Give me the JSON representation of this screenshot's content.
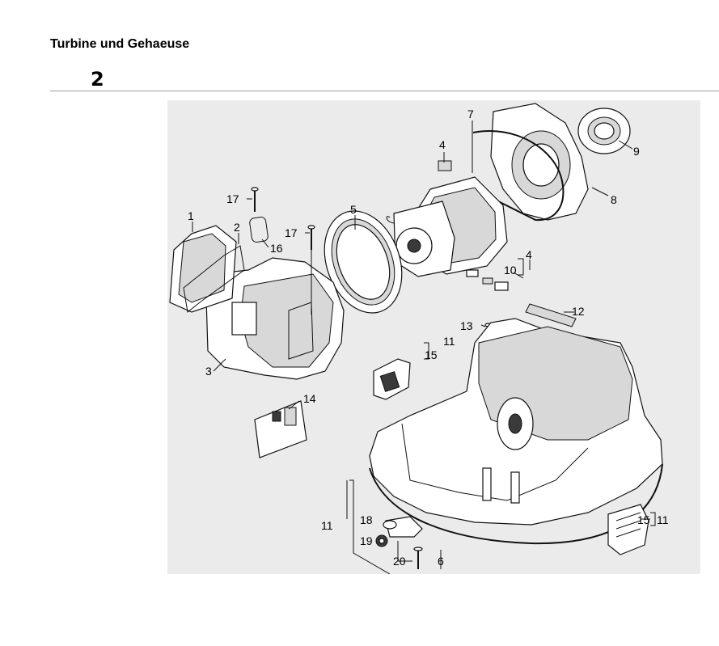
{
  "header": {
    "title": "Turbine und Gehaeuse",
    "page_number": "2"
  },
  "diagram": {
    "callouts": {
      "c1": "1",
      "c2": "2",
      "c3": "3",
      "c4a": "4",
      "c4b": "4",
      "c5": "5",
      "c6": "6",
      "c7": "7",
      "c8": "8",
      "c9": "9",
      "c10": "10",
      "c11a": "11",
      "c11b": "11",
      "c11c": "11",
      "c12": "12",
      "c13": "13",
      "c14": "14",
      "c15a": "15",
      "c15b": "15",
      "c16": "16",
      "c17a": "17",
      "c17b": "17",
      "c18": "18",
      "c19": "19",
      "c20": "20"
    }
  }
}
